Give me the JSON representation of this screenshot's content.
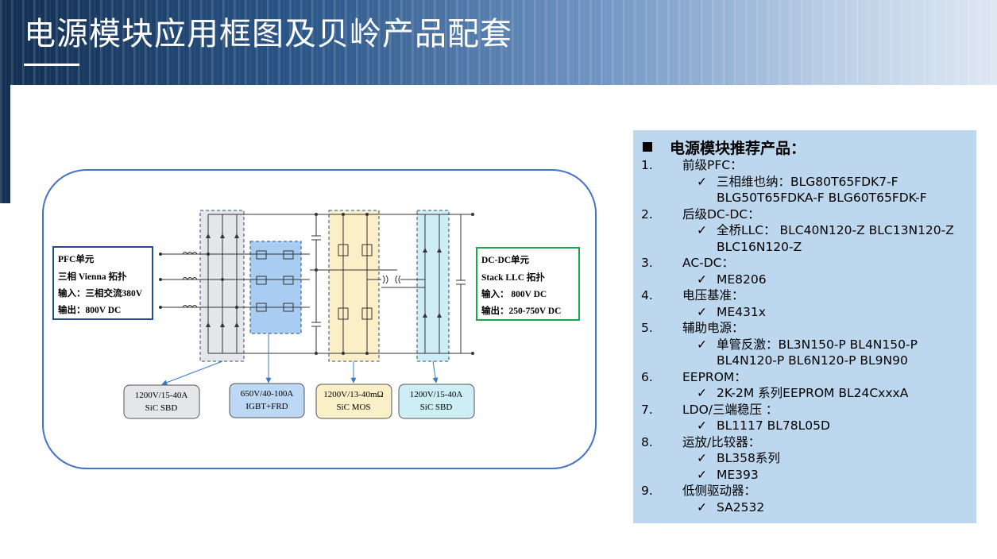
{
  "slide": {
    "title": "电源模块应用框图及贝岭产品配套"
  },
  "diagram": {
    "pfc": {
      "title": "PFC单元",
      "line2": "三相 Vienna 拓扑",
      "line3": "输入：三相交流380V",
      "line4": "输出：800V DC"
    },
    "dcdc": {
      "title": "DC-DC单元",
      "line2": "Stack LLC 拓扑",
      "line3": "输入： 800V DC",
      "line4": "输出：250-750V DC"
    },
    "callouts": [
      {
        "line1": "1200V/15-40A",
        "line2": "SiC SBD"
      },
      {
        "line1": "650V/40-100A",
        "line2": "IGBT+FRD"
      },
      {
        "line1": "1200V/13-40mΩ",
        "line2": "SiC MOS"
      },
      {
        "line1": "1200V/15-40A",
        "line2": "SiC SBD"
      }
    ],
    "colors": {
      "gray_zone": "#e4e6ea",
      "blue_zone": "#a9cdf2",
      "yellow_zone": "#fbefc7",
      "cyan_zone": "#cdeef5",
      "frame": "#4472c4",
      "pfc_border": "#1f4e8c",
      "dcdc_border": "#1aa64a"
    }
  },
  "panel": {
    "heading": "电源模块推荐产品：",
    "items": [
      {
        "num": "1.",
        "label": "前级PFC：",
        "subs": [
          "三相维也纳：BLG80T65FDK7-F\nBLG50T65FDKA-F  BLG60T65FDK-F"
        ]
      },
      {
        "num": "2.",
        "label": "后级DC-DC：",
        "subs": [
          "全桥LLC： BLC40N120-Z BLC13N120-Z\nBLC16N120-Z"
        ]
      },
      {
        "num": "3.",
        "label": "AC-DC：",
        "subs": [
          "ME8206"
        ]
      },
      {
        "num": "4.",
        "label": "电压基准：",
        "subs": [
          "ME431x"
        ]
      },
      {
        "num": "5.",
        "label": "辅助电源：",
        "subs": [
          "单管反激：BL3N150-P BL4N150-P\nBL4N120-P BL6N120-P BL9N90"
        ]
      },
      {
        "num": "6.",
        "label": "EEPROM：",
        "subs": [
          "2K-2M 系列EEPROM BL24CxxxA"
        ]
      },
      {
        "num": "7.",
        "label": "LDO/三端稳压 ：",
        "subs": [
          "BL1117 BL78L05D"
        ]
      },
      {
        "num": "8.",
        "label": "运放/比较器：",
        "subs": [
          "BL358系列",
          "ME393"
        ]
      },
      {
        "num": "9.",
        "label": "低侧驱动器：",
        "subs": [
          "SA2532"
        ]
      }
    ]
  }
}
